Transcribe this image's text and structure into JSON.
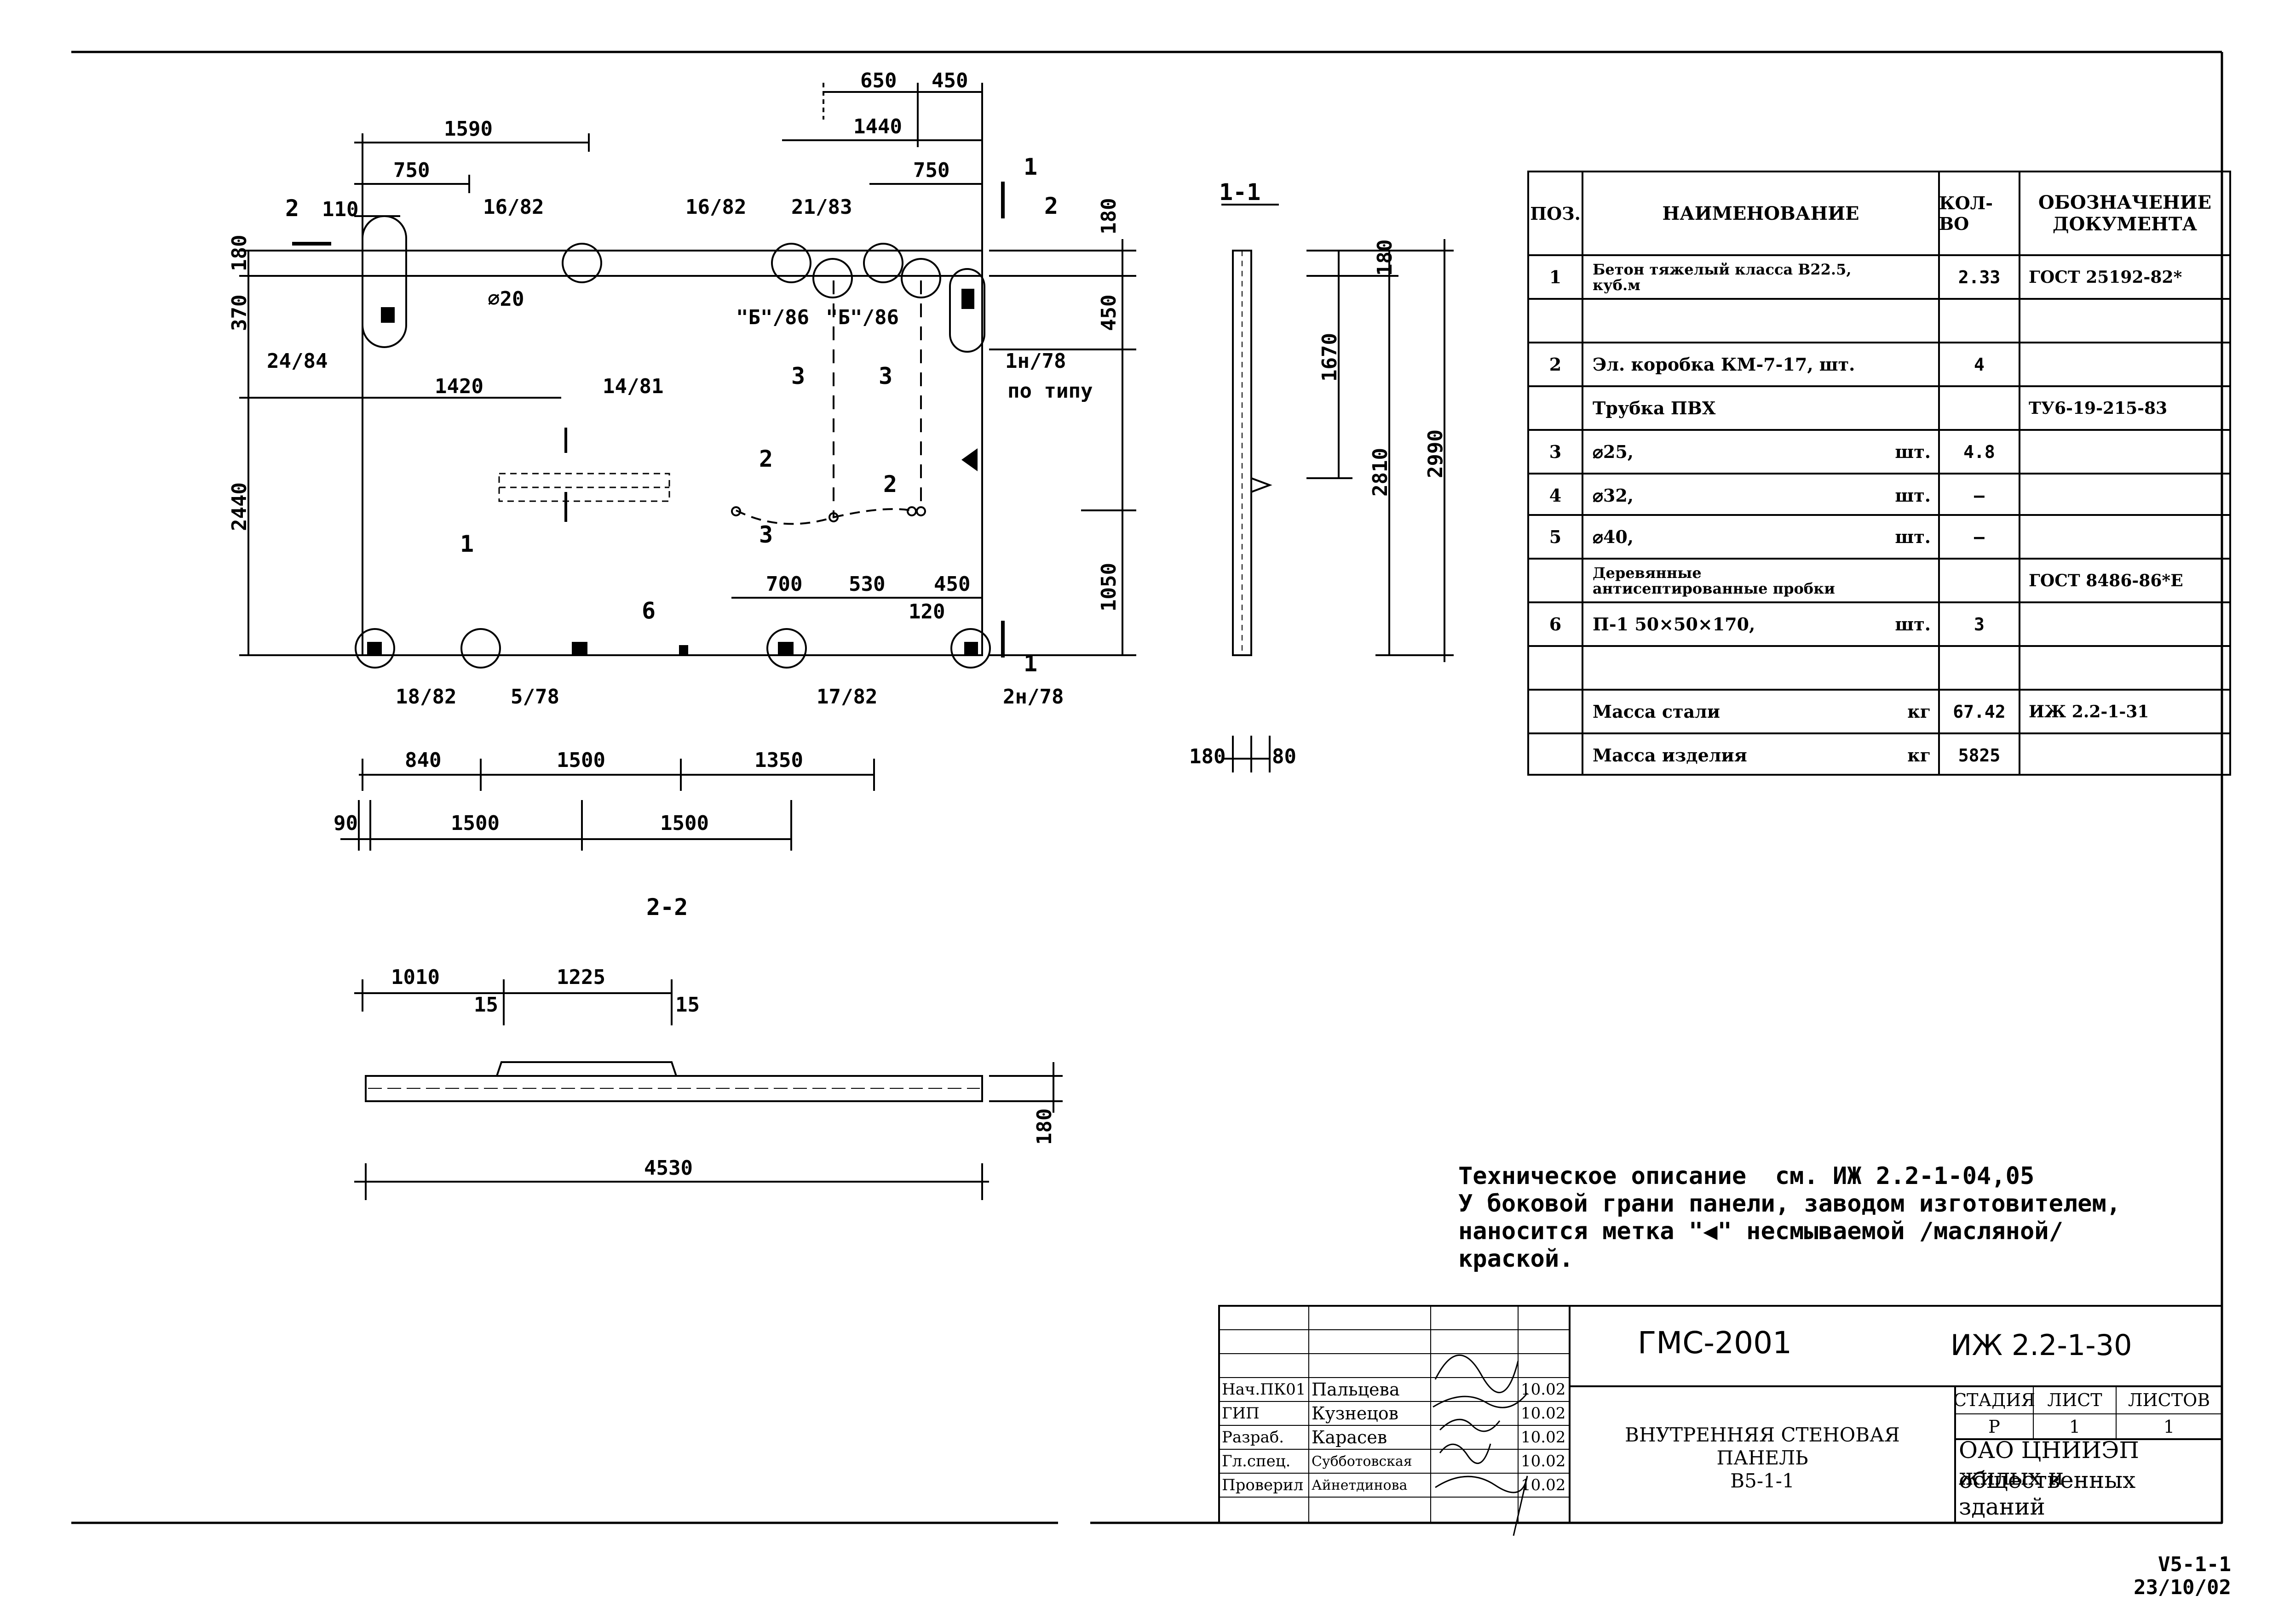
{
  "views": {
    "main": {
      "top_dims": [
        "1590",
        "750",
        "110",
        "16/82",
        "16/82",
        "21/83",
        "650",
        "450",
        "1440",
        "750"
      ],
      "left_dims": [
        "370",
        "180",
        "2440"
      ],
      "right_dims": [
        "180",
        "450",
        "1050"
      ],
      "inner_dims": [
        "1420",
        "700",
        "530",
        "450",
        "120"
      ],
      "bottom_dims": [
        "840",
        "1500",
        "1350",
        "90",
        "1500",
        "1500"
      ],
      "callouts": [
        "24/84",
        "1н/78",
        "по типу",
        "14/81",
        "\"Б\"/86",
        "\"Б\"/86",
        "18/82",
        "5/78",
        "17/82",
        "2н/78",
        "⌀20"
      ],
      "positions": [
        "1",
        "2",
        "2",
        "3",
        "3",
        "3",
        "6"
      ],
      "section_marks": [
        "1",
        "1",
        "2",
        "2"
      ]
    },
    "section_1_1": {
      "title": "1-1",
      "dims": [
        "180",
        "1670",
        "2810",
        "2990",
        "180",
        "80"
      ]
    },
    "section_2_2": {
      "title": "2-2",
      "dims": [
        "1010",
        "1225",
        "15",
        "15",
        "180",
        "4530"
      ]
    }
  },
  "spec_table": {
    "headers": [
      "ПОЗ.",
      "НАИМЕНОВАНИЕ",
      "КОЛ-ВО",
      "ОБОЗНАЧЕНИЕ ДОКУМЕНТА"
    ],
    "rows": [
      {
        "pos": "1",
        "name": "Бетон тяжелый класса В22.5, куб.м",
        "unit": "",
        "qty": "2.33",
        "doc": "ГОСТ 25192-82*"
      },
      {
        "pos": "",
        "name": "",
        "unit": "",
        "qty": "",
        "doc": ""
      },
      {
        "pos": "2",
        "name": "Эл. коробка КМ-7-17,  шт.",
        "unit": "",
        "qty": "4",
        "doc": ""
      },
      {
        "pos": "",
        "name": "Трубка ПВХ",
        "unit": "",
        "qty": "",
        "doc": "ТУ6-19-215-83"
      },
      {
        "pos": "3",
        "name": "⌀25,",
        "unit": "шт.",
        "qty": "4.8",
        "doc": ""
      },
      {
        "pos": "4",
        "name": "⌀32,",
        "unit": "шт.",
        "qty": "–",
        "doc": ""
      },
      {
        "pos": "5",
        "name": "⌀40,",
        "unit": "шт.",
        "qty": "–",
        "doc": ""
      },
      {
        "pos": "",
        "name": "Деревянные антисептированные пробки",
        "unit": "",
        "qty": "",
        "doc": "ГОСТ 8486-86*Е"
      },
      {
        "pos": "6",
        "name": "П-1   50×50×170,",
        "unit": "шт.",
        "qty": "3",
        "doc": ""
      },
      {
        "pos": "",
        "name": "",
        "unit": "",
        "qty": "",
        "doc": ""
      },
      {
        "pos": "",
        "name": "Масса стали",
        "unit": "кг",
        "qty": "67.42",
        "doc": "ИЖ 2.2-1-31"
      },
      {
        "pos": "",
        "name": "Масса изделия",
        "unit": "кг",
        "qty": "5825",
        "doc": ""
      }
    ]
  },
  "notes": [
    "Техническое описание  см. ИЖ 2.2-1-04,05",
    "У боковой грани панели, заводом изготовителем,",
    "наносится метка \"◀\" несмываемой /масляной/",
    "краской."
  ],
  "title_block": {
    "code": "ГМС-2001",
    "doc_id": "ИЖ 2.2-1-30",
    "title": [
      "ВНУТРЕННЯЯ СТЕНОВАЯ",
      "ПАНЕЛЬ",
      "В5-1-1"
    ],
    "stage_headers": [
      "СТАДИЯ",
      "ЛИСТ",
      "ЛИСТОВ"
    ],
    "stage_values": [
      "Р",
      "1",
      "1"
    ],
    "org": [
      "ОАО ЦНИИЭП жилых и",
      "общественных зданий"
    ],
    "signatures": [
      {
        "role": "Нач.ПК01",
        "name": "Пальцева",
        "date": "10.02"
      },
      {
        "role": "ГИП",
        "name": "Кузнецов",
        "date": "10.02"
      },
      {
        "role": "Разраб.",
        "name": "Карасев",
        "date": "10.02"
      },
      {
        "role": "Гл.спец.",
        "name": "Субботовская",
        "date": "10.02"
      },
      {
        "role": "Проверил",
        "name": "Айнетдинова",
        "date": "10.02"
      }
    ]
  },
  "footer": [
    "V5-1-1",
    "23/10/02"
  ]
}
